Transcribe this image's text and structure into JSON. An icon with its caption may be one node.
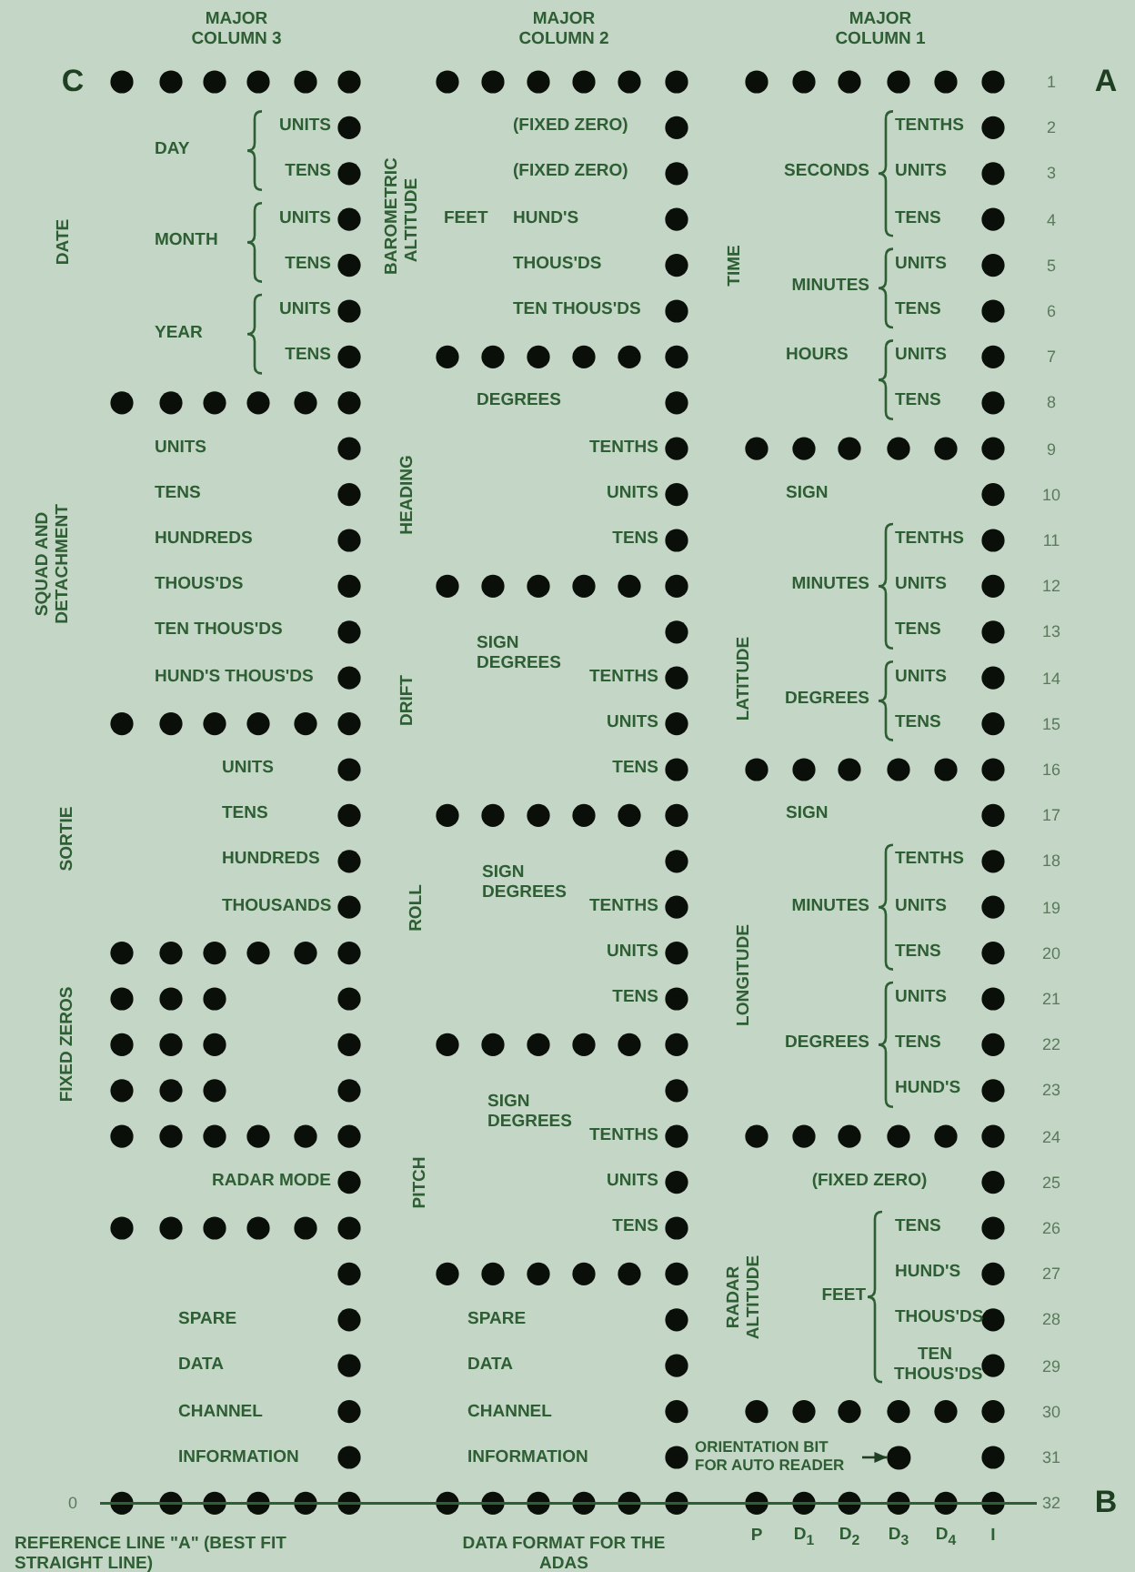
{
  "diagram": {
    "caption": "DATA FORMAT FOR THE ADAS",
    "nodes": [
      {
        "text": [
          "ORIENTATION BIT FOR AUTO READER"
        ]
      },
      {
        "text": [],
        "shape": "circle"
      }
    ],
    "edges": [
      {
        "from": 0,
        "to": 1,
        "arrow": "to"
      }
    ],
    "labels": [
      "MAJOR COLUMN 3",
      "MAJOR COLUMN 2",
      "MAJOR COLUMN 1",
      "C",
      "1",
      "A",
      "UNITS",
      "DAY",
      "(FIXED ZERO)",
      "TENTHS",
      "2",
      "TENS",
      "(FIXED ZERO)",
      "SECONDS",
      "UNITS",
      "3",
      "DATE",
      "UNITS",
      "MONTH",
      "BAROMETRIC ALTITUDE",
      "FEET",
      "HUND'S",
      "TENS",
      "4",
      "TENS",
      "THOUS'DS",
      "TIME",
      "MINUTES",
      "UNITS",
      "5",
      "UNITS",
      "TEN THOUS'DS",
      "TENS",
      "6",
      "YEAR",
      "TENS",
      "HOURS",
      "UNITS",
      "7",
      "DEGREES",
      "TENS",
      "8",
      "UNITS",
      "HEADING",
      "TENTHS",
      "9",
      "SQUAD AND DETACHMENT",
      "TENS",
      "UNITS",
      "SIGN",
      "10",
      "HUNDREDS",
      "TENS",
      "TENTHS",
      "11",
      "THOUS'DS",
      "MINUTES",
      "UNITS",
      "12",
      "TEN THOUS'DS",
      "SIGN DEGREES",
      "TENS",
      "13",
      "HUND'S THOUS'DS",
      "DRIFT",
      "TENTHS",
      "LATITUDE",
      "DEGREES",
      "UNITS",
      "14",
      "UNITS",
      "TENS",
      "15",
      "UNITS",
      "TENS",
      "16",
      "TENS",
      "SIGN",
      "17",
      "SORTIE",
      "HUNDREDS",
      "SIGN DEGREES",
      "TENTHS",
      "18",
      "THOUSANDS",
      "ROLL",
      "TENTHS",
      "MINUTES",
      "UNITS",
      "19",
      "UNITS",
      "LONGITUDE",
      "TENS",
      "20",
      "TENS",
      "UNITS",
      "21",
      "FIXED ZEROS",
      "DEGREES",
      "TENS",
      "22",
      "SIGN DEGREES",
      "HUND'S",
      "23",
      "PITCH",
      "TENTHS",
      "24",
      "RADAR MODE",
      "UNITS",
      "(FIXED ZERO)",
      "25",
      "TENS",
      "TENS",
      "26",
      "RADAR ALTITUDE",
      "FEET",
      "HUND'S",
      "27",
      "SPARE DATA CHANNEL INFORMATION",
      "SPARE DATA CHANNEL INFORMATION",
      "THOUS'DS",
      "28",
      "TEN THOUS'DS",
      "29",
      "30",
      "31",
      "0",
      "32",
      "B",
      "P",
      "D$_{1}$",
      "D$_{2}$",
      "D$_{3}$",
      "D$_{4}$",
      "I",
      "REFERENCE LINE \"A\" (BEST FIT STRAIGHT LINE)"
    ]
  }
}
